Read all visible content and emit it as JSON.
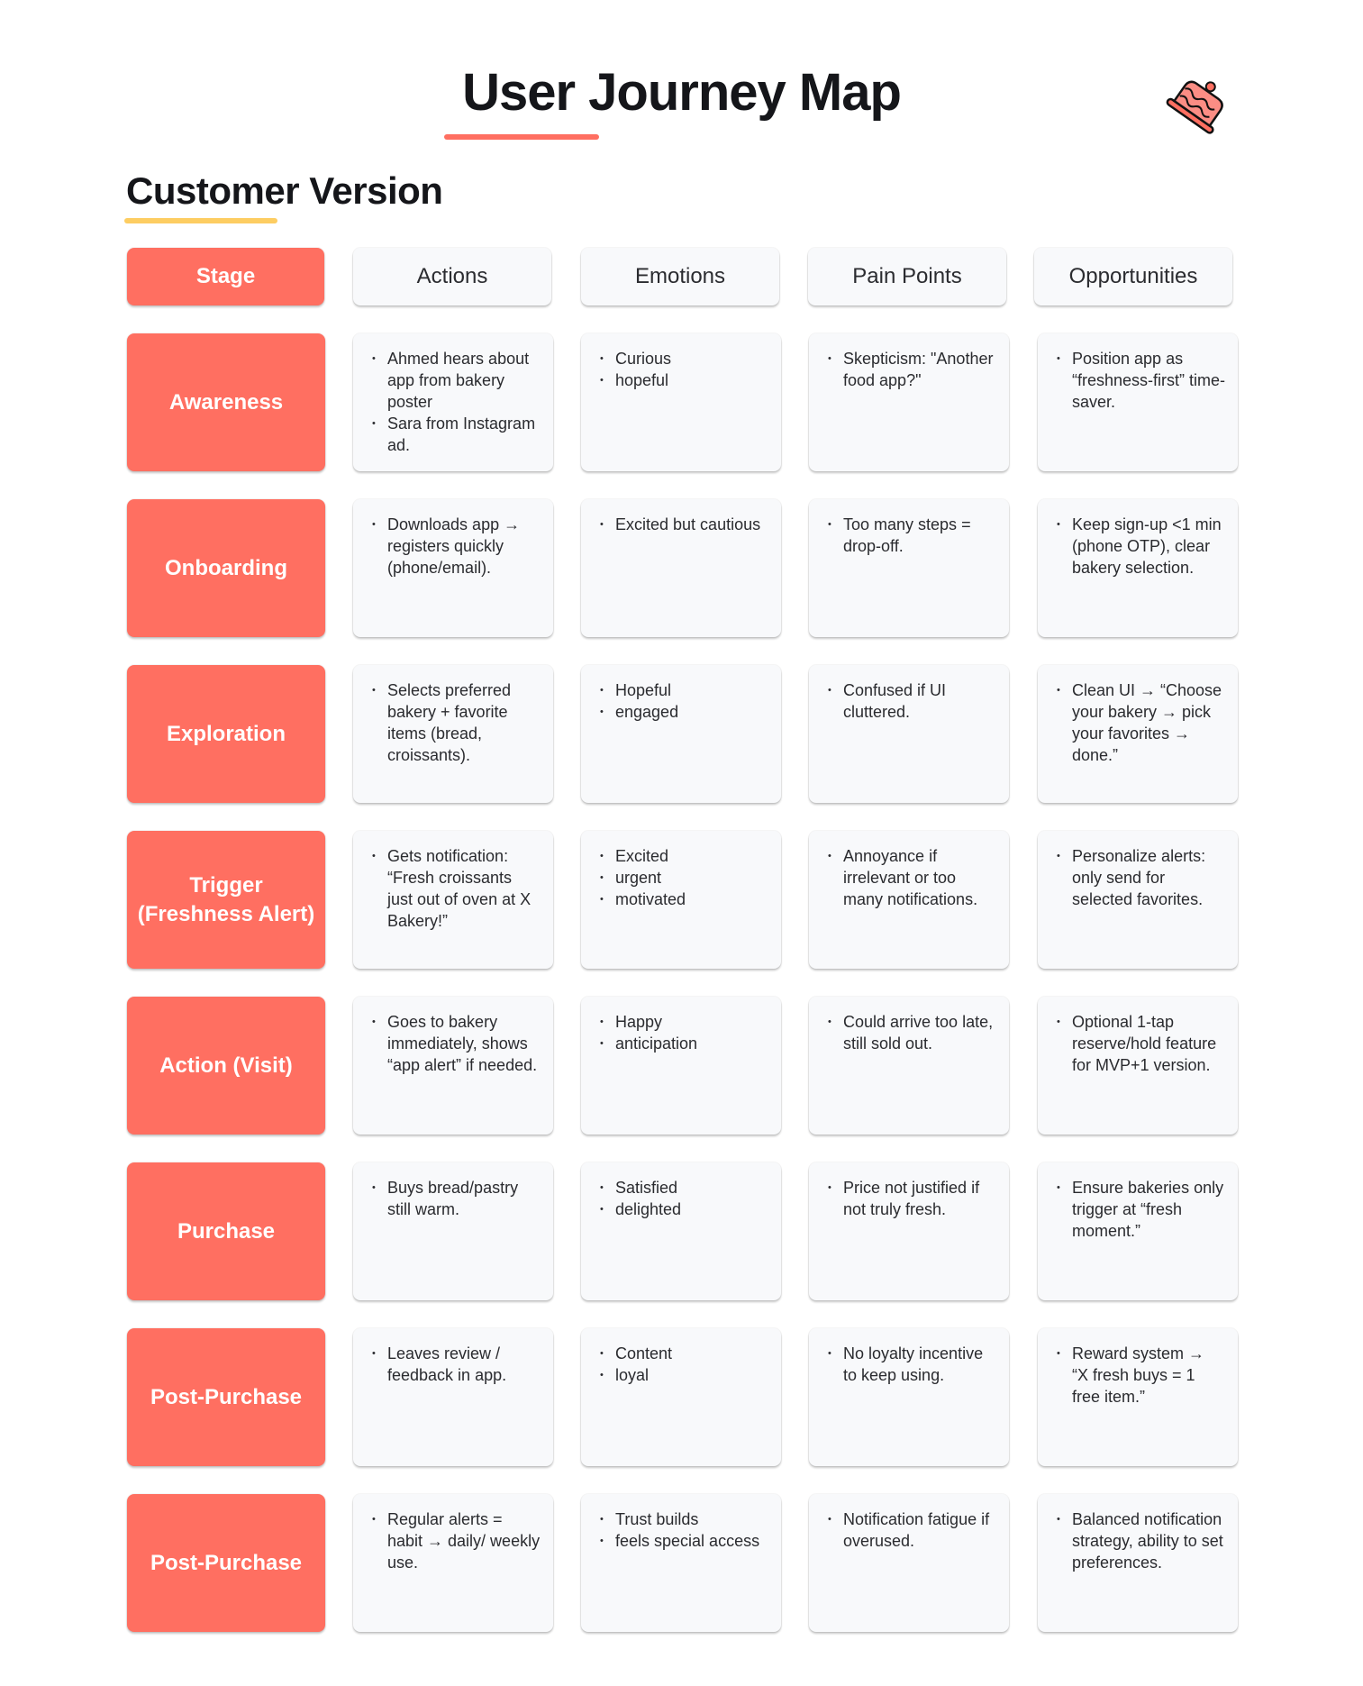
{
  "page": {
    "title": "User Journey Map",
    "subtitle": "Customer Version",
    "icon": "cake-icon",
    "colors": {
      "accent": "#ff6f61",
      "subtitle_underline": "#fdcd62",
      "card_bg": "#f8f9fb",
      "text": "#15161a"
    }
  },
  "headers": {
    "stage": "Stage",
    "actions": "Actions",
    "emotions": "Emotions",
    "pain_points": "Pain Points",
    "opportunities": "Opportunities"
  },
  "rows": [
    {
      "stage": "Awareness",
      "actions": [
        "Ahmed hears about app from bakery poster",
        "Sara from Instagram ad."
      ],
      "emotions": [
        "Curious",
        "hopeful"
      ],
      "pain_points": [
        "Skepticism: \"Another food app?\""
      ],
      "opportunities": [
        "Position app as “freshness-first” time-saver."
      ]
    },
    {
      "stage": "Onboarding",
      "actions": [
        "Downloads app → registers quickly (phone/email)."
      ],
      "emotions": [
        "Excited but cautious"
      ],
      "pain_points": [
        "Too many steps = drop-off."
      ],
      "opportunities": [
        "Keep sign-up <1 min (phone OTP), clear bakery selection."
      ]
    },
    {
      "stage": "Exploration",
      "actions": [
        "Selects preferred bakery + favorite items (bread, croissants)."
      ],
      "emotions": [
        "Hopeful",
        " engaged"
      ],
      "pain_points": [
        "Confused if UI cluttered."
      ],
      "opportunities": [
        "Clean UI → “Choose your bakery → pick your favorites → done.”"
      ]
    },
    {
      "stage": "Trigger (Freshness Alert)",
      "actions": [
        "Gets notification: “Fresh croissants just out of oven at X Bakery!”"
      ],
      "emotions": [
        "Excited",
        "urgent",
        "motivated"
      ],
      "pain_points": [
        "Annoyance if irrelevant or too many notifications."
      ],
      "opportunities": [
        "Personalize alerts: only send for selected favorites."
      ]
    },
    {
      "stage": "Action (Visit)",
      "actions": [
        "Goes to bakery immediately, shows “app alert” if needed."
      ],
      "emotions": [
        "Happy",
        "anticipation"
      ],
      "pain_points": [
        "Could arrive too late, still sold out."
      ],
      "opportunities": [
        "Optional 1-tap reserve/hold feature for MVP+1 version."
      ]
    },
    {
      "stage": "Purchase",
      "actions": [
        "Buys bread/pastry still warm."
      ],
      "emotions": [
        "Satisfied",
        "delighted"
      ],
      "pain_points": [
        "Price not justified if not truly fresh."
      ],
      "opportunities": [
        "Ensure bakeries only trigger at “fresh moment.”"
      ]
    },
    {
      "stage": "Post-Purchase",
      "actions": [
        "Leaves review / feedback in app."
      ],
      "emotions": [
        "Content",
        " loyal"
      ],
      "pain_points": [
        "No loyalty incentive to keep using."
      ],
      "opportunities": [
        "Reward system → “X fresh buys = 1 free item.”"
      ]
    },
    {
      "stage": "Post-Purchase",
      "actions": [
        "Regular alerts = habit → daily/ weekly use."
      ],
      "emotions": [
        "Trust builds",
        "feels special access"
      ],
      "pain_points": [
        "Notification fatigue if overused."
      ],
      "opportunities": [
        "Balanced notification strategy, ability to set preferences."
      ]
    }
  ]
}
